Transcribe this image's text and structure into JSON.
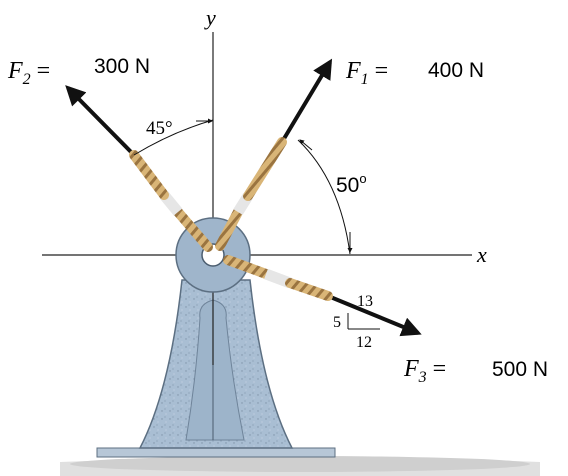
{
  "axes": {
    "x_label": "x",
    "y_label": "y"
  },
  "forces": [
    {
      "id": "F1",
      "symbol": "F",
      "subscript": "1",
      "equals": "=",
      "magnitude": "400 N",
      "angle_label": "50",
      "angle_unit": "o"
    },
    {
      "id": "F2",
      "symbol": "F",
      "subscript": "2",
      "equals": "=",
      "magnitude": "300 N",
      "angle_label": "45°"
    },
    {
      "id": "F3",
      "symbol": "F",
      "subscript": "3",
      "equals": "=",
      "magnitude": "500 N",
      "slope": {
        "hyp": "13",
        "rise": "5",
        "run": "12"
      }
    }
  ],
  "colors": {
    "bracket_fill": "#a9bed3",
    "bracket_stroke": "#5c6f82",
    "ring_fill": "#8fa6bd",
    "rope_fill": "#c9a56a",
    "rope_stroke": "#6b4e2a",
    "sleeve_fill": "#e2e2e2",
    "arrow": "#111111",
    "ground": "#d9d9d9"
  }
}
